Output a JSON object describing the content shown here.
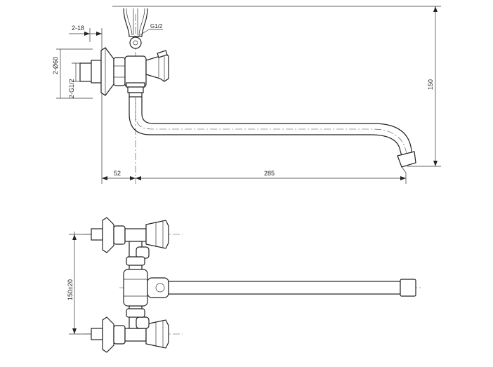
{
  "views": {
    "front": {
      "dim_wall_offset": "2-18",
      "dim_flange_dia": "2-Ø60",
      "dim_inlet_thread": "2-G1/2",
      "dim_outlet_thread": "G1/2",
      "dim_height": "150",
      "dim_inlet_to_body": "52",
      "dim_spout_reach": "285"
    },
    "top": {
      "dim_centers": "150±20"
    }
  }
}
